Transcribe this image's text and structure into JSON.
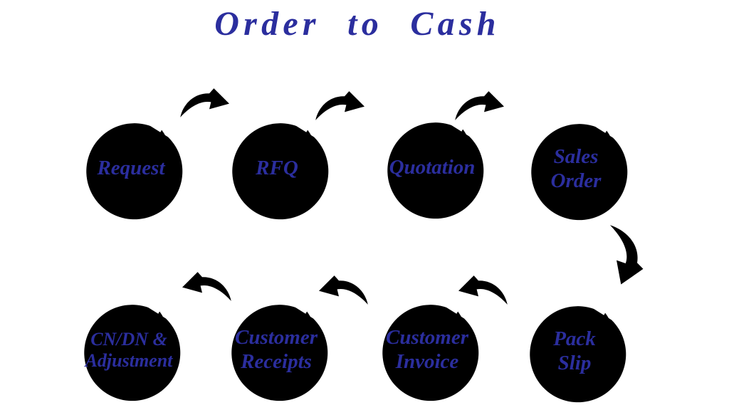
{
  "title": "Order to Cash",
  "colors": {
    "background": "#ffffff",
    "title_text": "#2B2E9E",
    "label_text": "#2B2E9E",
    "arrow": "#8B93D7"
  },
  "nodes": [
    {
      "id": "request",
      "lines": [
        "Request"
      ],
      "color": "#2033CC"
    },
    {
      "id": "rfq",
      "lines": [
        "RFQ"
      ],
      "color": "#B118E6"
    },
    {
      "id": "quotation",
      "lines": [
        "Quotation"
      ],
      "color": "#17A650"
    },
    {
      "id": "sales-order",
      "lines": [
        "Sales",
        "Order"
      ],
      "color": "#DE1212"
    },
    {
      "id": "pack-slip",
      "lines": [
        "Pack",
        "Slip"
      ],
      "color": "#D8A40F"
    },
    {
      "id": "customer-invoice",
      "lines": [
        "Customer",
        "Invoice"
      ],
      "color": "#1C7FC0"
    },
    {
      "id": "customer-receipts",
      "lines": [
        "Customer",
        "Receipts"
      ],
      "color": "#28B5E9"
    },
    {
      "id": "cn-dn-adjustment",
      "lines": [
        "CN/DN &",
        "Adjustment"
      ],
      "color": "#F24A6B"
    }
  ],
  "arrows": [
    {
      "from": "Request",
      "to": "RFQ"
    },
    {
      "from": "RFQ",
      "to": "Quotation"
    },
    {
      "from": "Quotation",
      "to": "Sales Order"
    },
    {
      "from": "Sales Order",
      "to": "Pack Slip"
    },
    {
      "from": "Pack Slip",
      "to": "Customer Invoice"
    },
    {
      "from": "Customer Invoice",
      "to": "Customer Receipts"
    },
    {
      "from": "Customer Receipts",
      "to": "CN/DN & Adjustment"
    }
  ]
}
